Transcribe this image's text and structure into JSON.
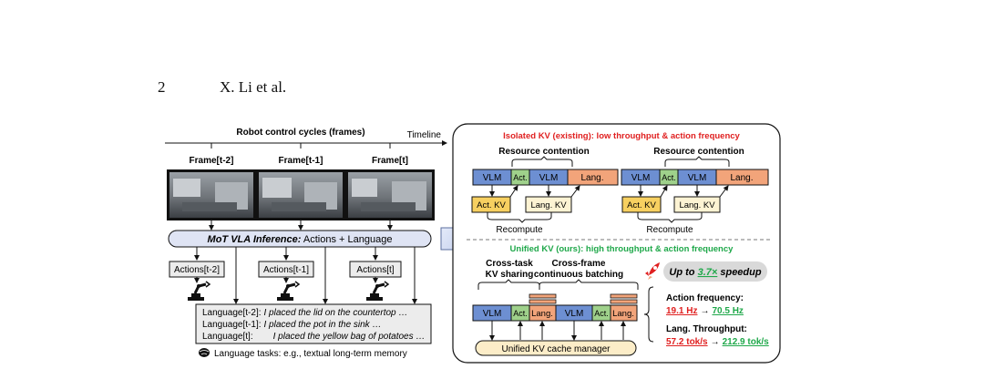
{
  "header": {
    "page_number": "2",
    "running_head": "X. Li et al."
  },
  "left_panel": {
    "title": "Robot control cycles (frames)",
    "timeline_label": "Timeline",
    "frames": [
      "Frame[t-2]",
      "Frame[t-1]",
      "Frame[t]"
    ],
    "inference_bold": "MoT VLA Inference:",
    "inference_rest": " Actions + Language",
    "actions": [
      "Actions[t-2]",
      "Actions[t-1]",
      "Actions[t]"
    ],
    "language_rows": [
      {
        "label": "Language[t-2]:",
        "text": "I placed the lid on the countertop …"
      },
      {
        "label": "Language[t-1]:",
        "text": "I placed the pot in the sink …"
      },
      {
        "label": "Language[t]:",
        "text": "I placed the yellow bag of potatoes …"
      }
    ],
    "language_tasks": "Language tasks: e.g., textual long-term memory"
  },
  "right_panel": {
    "isolated_title": "Isolated KV (existing): low throughput & action frequency",
    "resource_contention": "Resource contention",
    "block_vlm": "VLM",
    "block_act": "Act.",
    "block_lang": "Lang.",
    "act_kv": "Act. KV",
    "lang_kv": "Lang. KV",
    "recompute": "Recompute",
    "unified_title": "Unified KV (ours): high throughput & action frequency",
    "cross_task": "Cross-task",
    "kv_sharing": "KV sharing",
    "cross_frame": "Cross-frame",
    "continuous_batching": "continuous batching",
    "speedup_prefix": "Up to ",
    "speedup_value": "3.7×",
    "speedup_suffix": " speedup",
    "unified_manager": "Unified KV cache manager",
    "action_freq_label": "Action frequency:",
    "action_freq_from": "19.1 Hz",
    "action_freq_to": "70.5 Hz",
    "lang_tp_label": "Lang. Throughput:",
    "lang_tp_from": "57.2 tok/s",
    "lang_tp_to": "212.9 tok/s",
    "arrow_glyph": "→"
  },
  "colors": {
    "vlm": "#6d8fd2",
    "act": "#9fd18b",
    "lang": "#f2a47a",
    "act_kv": "#f7d060",
    "lang_kv": "#fdf3d3",
    "red": "#e02020",
    "green": "#1fa84a",
    "inference_fill": "#dfe4f4",
    "manager_fill": "#fcedc8"
  }
}
